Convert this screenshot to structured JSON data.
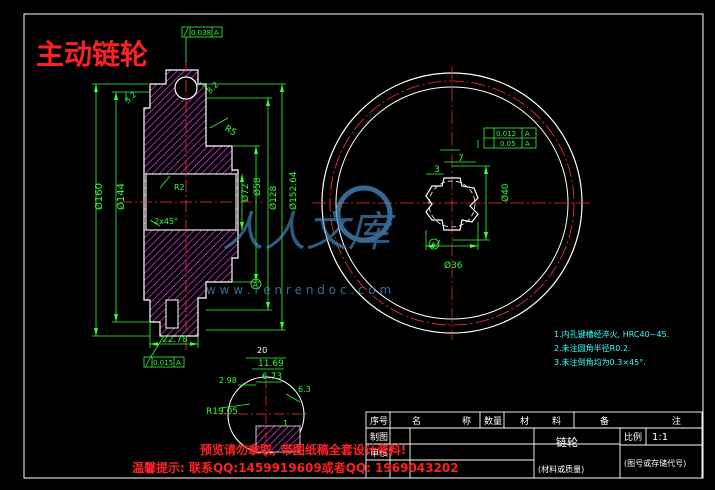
{
  "title": "主动链轮",
  "dimensions": {
    "d160": "Ø160",
    "d144": "Ø144",
    "d152_64": "Ø152.64",
    "d128": "Ø128",
    "d72": "Ø72",
    "d58": "Ø58",
    "r5": "R5",
    "r2": "R2",
    "r3_2_top": "3.2",
    "r3_2_right": "3.2",
    "chamfer": "2x45°",
    "dim_22_78": "22.78",
    "tol_top_val": "0.038",
    "tol_top_ref": "A",
    "tol_bot_val": "0.015",
    "tol_bot_ref": "A",
    "ref_a": "A",
    "d40": "Ø40",
    "d36": "Ø36",
    "dim_7": "7",
    "dim_3": "3",
    "tol_hub_val1": "0.012",
    "tol_hub_ref1": "A",
    "tol_hub_val2": "0.05",
    "tol_hub_ref2": "A",
    "dim_20": "20",
    "dim_11_69": "11.69",
    "dim_6_73": "6.73",
    "dim_2_98": "2.98",
    "dim_6_3": "6.3",
    "r19_05": "R19.05",
    "dim_1": "1"
  },
  "notes": [
    "1.内孔键槽经淬火, HRC40~45.",
    "2.未注圆角半径R0.2.",
    "3.未注倒角均为0.3×45°."
  ],
  "title_block": {
    "h_seq": "序号",
    "h_name1": "名",
    "h_name2": "称",
    "h_qty": "数量",
    "h_mat1": "材",
    "h_mat2": "料",
    "h_note1": "备",
    "h_note2": "注",
    "r_draw": "制图",
    "r_check": "审核",
    "part_name": "链轮",
    "part_sub": "(材料或质量)",
    "scale_label": "比例",
    "scale_value": "1:1",
    "drawing_no": "(图号或存储代号)"
  },
  "watermark": {
    "logo_text": "人人文库",
    "url": "w w w . r e n r e n d o c . c o m"
  },
  "warning": {
    "line1": "预览请勿拿取, 带图纸稿全套设计资料!",
    "line2": "温馨提示: 联系QQ:1459919609或者QQ: 1969043202"
  }
}
